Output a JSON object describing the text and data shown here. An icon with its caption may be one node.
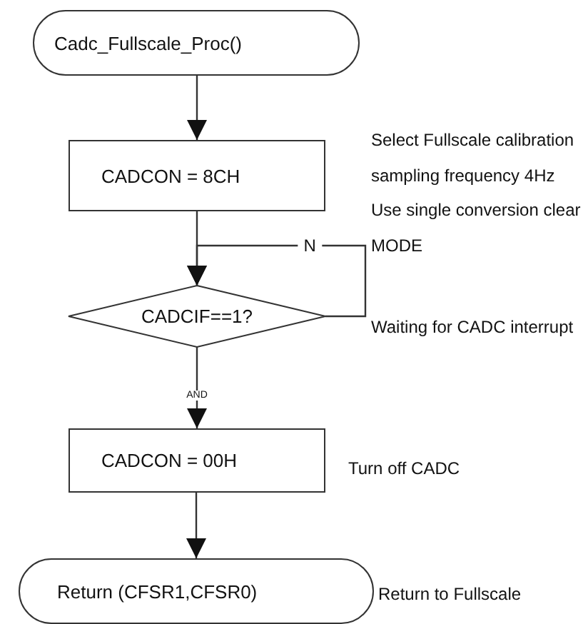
{
  "diagram": {
    "nodes": [
      {
        "text": [
          "Cadc_Fullscale_Proc()"
        ]
      },
      {
        "text": [
          "CADCON = 8CH"
        ],
        "beside": [
          "Select Fullscale calibration sampling frequency 4Hz Use single conversion clear MODE"
        ]
      },
      {
        "text": [
          "CADCIF==1?"
        ],
        "beside": [
          "Waiting for CADC interrupt"
        ]
      },
      {
        "text": [
          "CADCON = 00H"
        ],
        "beside": [
          "Turn off CADC"
        ]
      },
      {
        "text": [
          "Return (CFSR1,CFSR0)"
        ],
        "beside": [
          "Return to Fullscale"
        ]
      }
    ],
    "edges": [
      {
        "from": 0,
        "to": 1,
        "arrow": "to"
      },
      {
        "from": 1,
        "to": 2,
        "arrow": "to"
      },
      {
        "from": 2,
        "to": 2,
        "label": "N",
        "arrow": "to"
      },
      {
        "from": 2,
        "to": 3,
        "label": "AND",
        "arrow": "to"
      },
      {
        "from": 3,
        "to": 4,
        "arrow": "to"
      }
    ]
  }
}
